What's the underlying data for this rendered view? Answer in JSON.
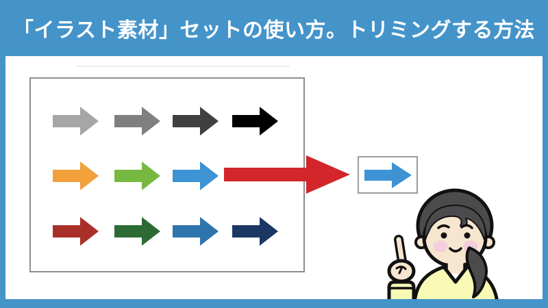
{
  "header": {
    "title": "「イラスト素材」セットの使い方。トリミングする方法"
  },
  "colors": {
    "frame-blue": "#4494CA",
    "header-text": "#FFFFFF",
    "content-bg": "#FFFFFF",
    "set-box-border": "#8C8C8C",
    "crop-box-border": "#9B9B9B",
    "faint-line": "#ECECEC"
  },
  "arrow_set": {
    "name": "illustration-material-arrow-set",
    "rows": [
      [
        "#A6A6A6",
        "#7F7F7F",
        "#404040",
        "#000000"
      ],
      [
        "#F1A03C",
        "#77B840",
        "#3D93D3"
      ],
      [
        "#A93028",
        "#2D6B34",
        "#2E74AD",
        "#1B3764"
      ]
    ]
  },
  "selected_arrow": {
    "color": "#D2262B"
  },
  "cropped_arrow": {
    "color": "#3D93D3"
  },
  "mascot": {
    "name": "pointing-woman",
    "hair": "#4B4B4D",
    "skin": "#F7E6CF",
    "cheek": "#F4CEDC",
    "shirt": "#F8F9B4",
    "outline": "#111111"
  }
}
